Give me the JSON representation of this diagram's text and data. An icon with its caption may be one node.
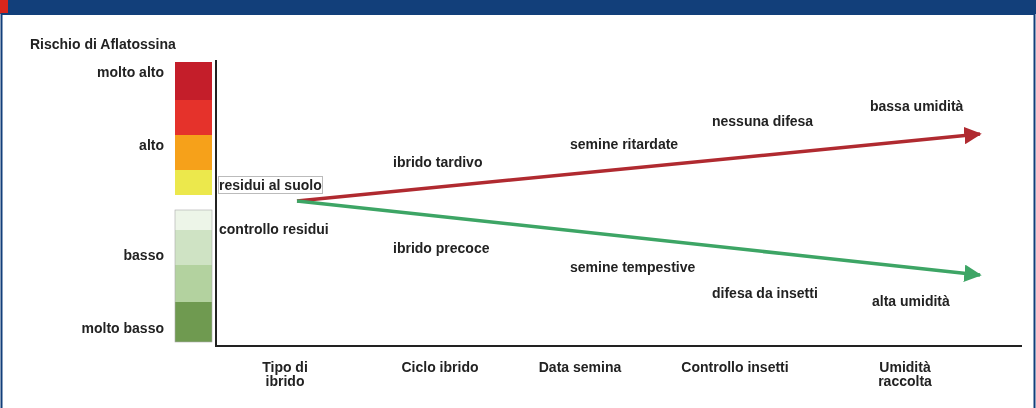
{
  "diagram": {
    "labels": [
      "Rischio di Aflatossina",
      "residui al suolo",
      "ibrido tardivo",
      "semine ritardate",
      "nessuna difesa",
      "bassa umidità",
      "controllo residui",
      "ibrido precoce",
      "semine tempestive",
      "difesa da insetti",
      "alta umidità",
      "Tipo di ibrido",
      "Ciclo ibrido",
      "Data semina",
      "Controllo insetti",
      "Umidità raccolta"
    ],
    "legend": [
      {
        "text": "molto alto",
        "color": "#c41e2a"
      },
      {
        "text": "alto",
        "color": "#f6a11a"
      },
      {
        "text": "basso",
        "color": "#cfe3c4"
      },
      {
        "text": "molto basso",
        "color": "#6f9a50"
      }
    ]
  }
}
